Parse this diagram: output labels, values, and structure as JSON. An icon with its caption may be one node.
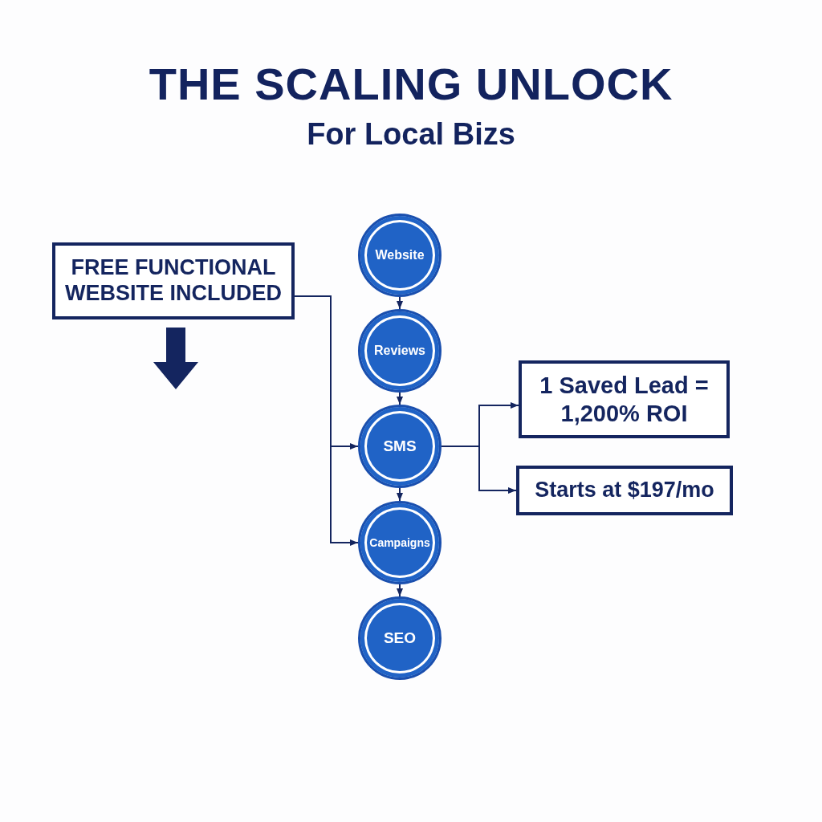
{
  "diagram": {
    "title": "THE SCALING UNLOCK",
    "nodes": [
      {
        "text": [
          "FREE FUNCTIONAL WEBSITE INCLUDED"
        ]
      },
      {
        "text": [
          "Website"
        ]
      },
      {
        "text": [
          "Reviews"
        ]
      },
      {
        "text": [
          "SMS"
        ]
      },
      {
        "text": [
          "Campaigns"
        ]
      },
      {
        "text": [
          "SEO"
        ]
      },
      {
        "text": [
          "1 Saved Lead = 1,200% ROI"
        ]
      },
      {
        "text": [
          "Starts at $197/mo"
        ]
      }
    ],
    "edges": [
      {
        "from": 1,
        "to": 2,
        "arrow": "to"
      },
      {
        "from": 2,
        "to": 3,
        "arrow": "to"
      },
      {
        "from": 3,
        "to": 4,
        "arrow": "to"
      },
      {
        "from": 4,
        "to": 5,
        "arrow": "to"
      },
      {
        "from": 0,
        "to": 3,
        "arrow": "to"
      },
      {
        "from": 0,
        "to": 4,
        "arrow": "to"
      },
      {
        "from": 3,
        "to": 6,
        "arrow": "to"
      },
      {
        "from": 3,
        "to": 7,
        "arrow": "to"
      }
    ],
    "labels": [
      "For Local Bizs"
    ]
  }
}
